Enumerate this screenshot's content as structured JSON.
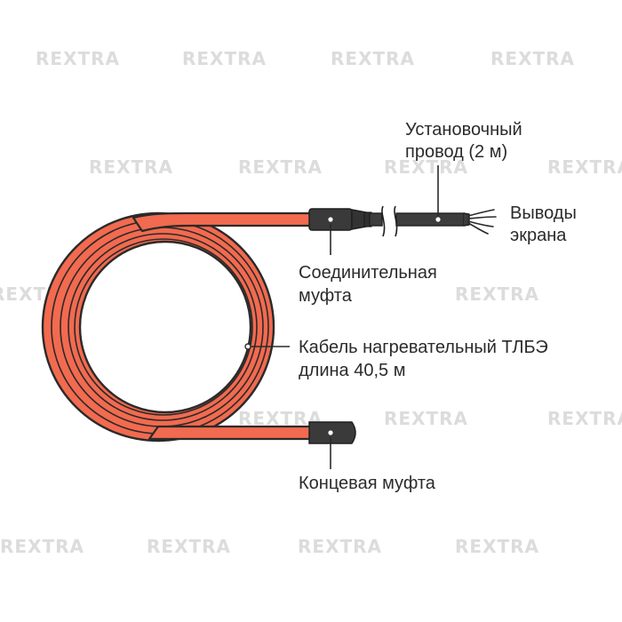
{
  "watermark": "REXTRA",
  "labels": {
    "supply_wire": [
      "Установочный",
      "провод (2 м)"
    ],
    "shield_leads": [
      "Выводы",
      "экрана"
    ],
    "connector_sleeve": [
      "Соединительная",
      "муфта"
    ],
    "heating_cable": [
      "Кабель нагревательный ТЛБЭ",
      "длина 40,5 м"
    ],
    "end_sleeve": [
      "Концевая муфта"
    ]
  },
  "colors": {
    "cable": "#f26a4f",
    "outline": "#2a2a2a",
    "sleeve": "#3a3a3a",
    "wire": "#3c3c3c",
    "text": "#2b2b2b",
    "watermark": "#dcdcdc"
  }
}
